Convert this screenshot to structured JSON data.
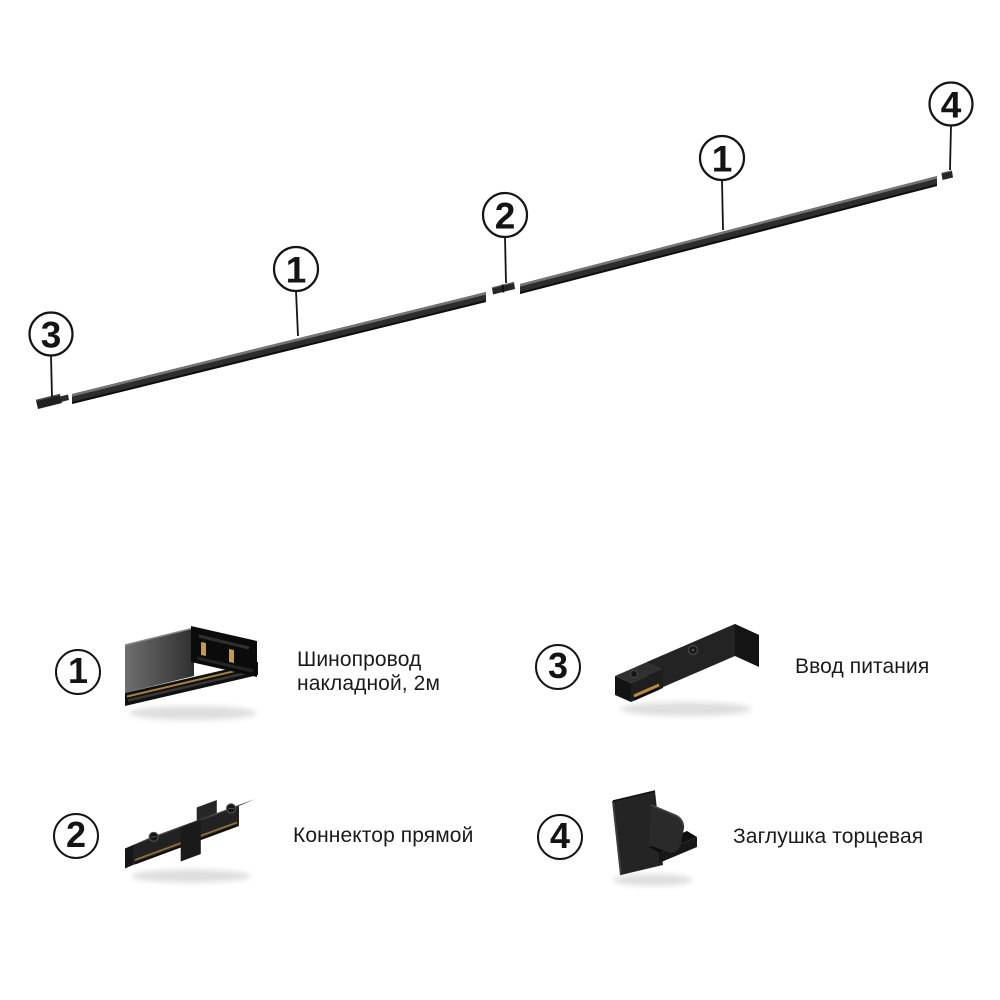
{
  "colors": {
    "background": "#ffffff",
    "outline": "#141414",
    "text": "#1a1a1a",
    "track_body": "#2d2d2d",
    "track_highlight": "#747474",
    "part_black": "#1c1c1c",
    "copper": "#b0883f",
    "callout_fill": "#ffffff"
  },
  "diagram": {
    "description_visible_parts": [
      "track-segment",
      "track-segment",
      "straight-connector",
      "power-feed",
      "end-cap"
    ],
    "callouts": [
      {
        "num": "3",
        "points_to": "power-feed"
      },
      {
        "num": "1",
        "points_to": "track-segment-left"
      },
      {
        "num": "2",
        "points_to": "straight-connector"
      },
      {
        "num": "1",
        "points_to": "track-segment-right"
      },
      {
        "num": "4",
        "points_to": "end-cap"
      }
    ]
  },
  "legend": {
    "items": [
      {
        "num": "1",
        "label_lines": [
          "Шинопровод",
          "накладной, 2м"
        ],
        "product_image": "surface-track-profile"
      },
      {
        "num": "3",
        "label_lines": [
          "Ввод питания"
        ],
        "product_image": "power-feed"
      },
      {
        "num": "2",
        "label_lines": [
          "Коннектор прямой"
        ],
        "product_image": "straight-connector"
      },
      {
        "num": "4",
        "label_lines": [
          "Заглушка торцевая"
        ],
        "product_image": "end-cap"
      }
    ]
  }
}
